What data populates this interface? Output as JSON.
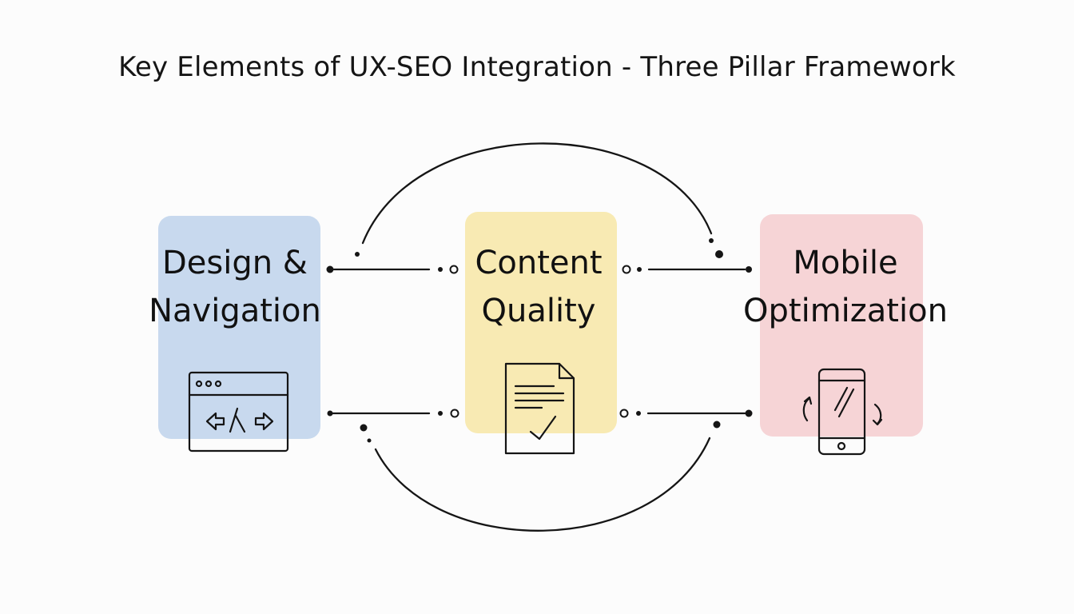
{
  "title": "Key Elements of UX-SEO Integration - Three Pillar Framework",
  "colors": {
    "background": "#fcfcfc",
    "stroke": "#151515",
    "design_fill": "#c8d9ee",
    "content_fill": "#f8eab3",
    "mobile_fill": "#f6d4d6"
  },
  "pillars": [
    {
      "line1": "Design &",
      "line2": "Navigation",
      "icon": "browser-window-code-icon"
    },
    {
      "line1": "Content",
      "line2": "Quality",
      "icon": "document-check-icon"
    },
    {
      "line1": "Mobile",
      "line2": "Optimization",
      "icon": "smartphone-rotate-icon"
    }
  ]
}
